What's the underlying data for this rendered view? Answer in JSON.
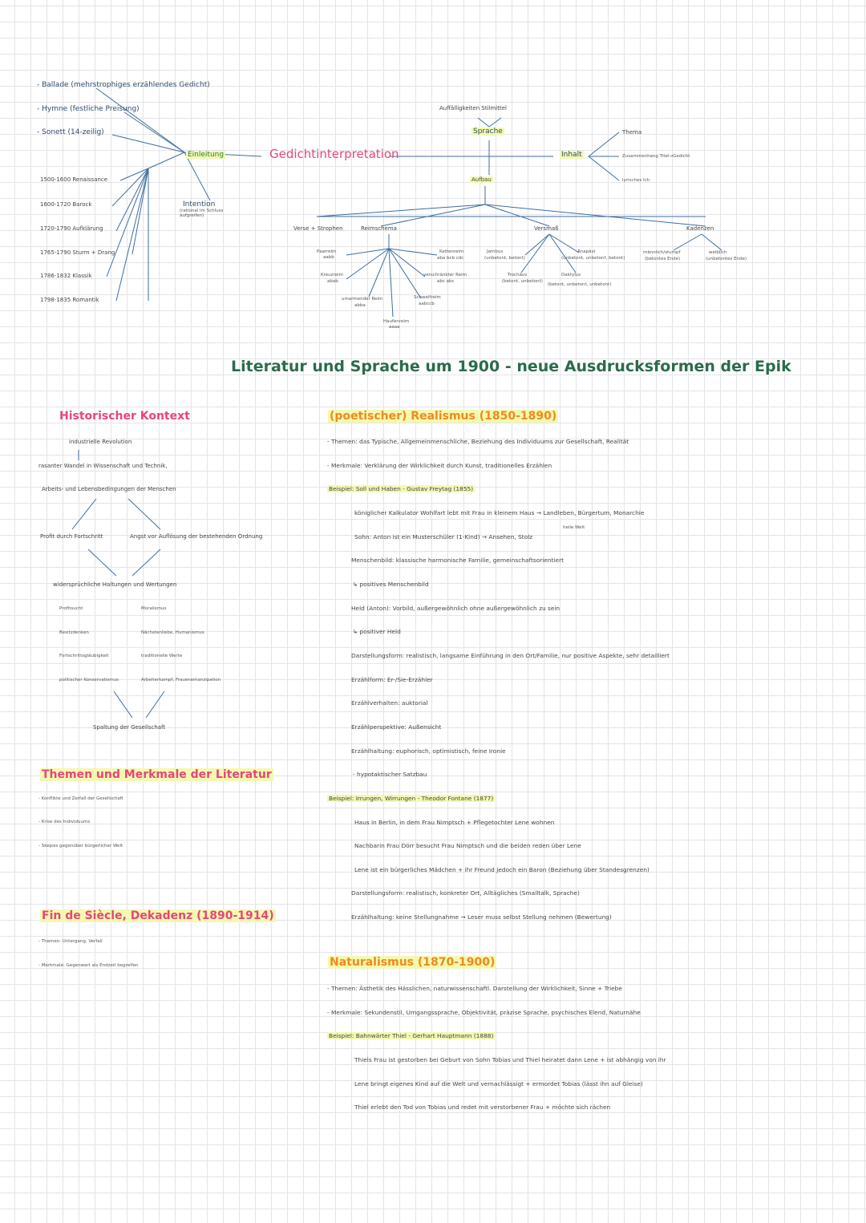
{
  "mindmap": {
    "center": "Gedichtinterpretation",
    "einleitung": {
      "label": "Einleitung",
      "forms": [
        "- Ballade (mehrstrophiges erzählendes Gedicht)",
        "- Hymne (festliche Preisung)",
        "- Sonett (14-zeilig)"
      ],
      "epochs": [
        "1500-1600 Renaissance",
        "1600-1720 Barock",
        "1720-1790 Aufklärung",
        "1765-1790 Sturm + Drang",
        "1786-1832 Klassik",
        "1798-1835 Romantik"
      ],
      "intention": "Intention",
      "intention_note": "(rational im Schluss aufgreifen)"
    },
    "sprache": {
      "label": "Sprache",
      "top": "Auffälligkeiten Stilmittel"
    },
    "inhalt": {
      "label": "Inhalt",
      "items": [
        "Thema",
        "Zusammenhang Titel→Gedicht",
        "lyrisches Ich"
      ]
    },
    "aufbau": {
      "label": "Aufbau",
      "verse": "Verse + Strophen",
      "reimschema": "Reimschema",
      "reims": {
        "paarreim": "Paarreim",
        "paarreim_s": "aabb",
        "kreuzreim": "Kreuzreim",
        "kreuzreim_s": "abab",
        "umarmend": "umarmender Reim",
        "umarmend_s": "abba",
        "haufenreim": "Haufenreim",
        "haufenreim_s": "aaaa",
        "schweifreim": "Schweifreim",
        "schweifreim_s": "aabccb",
        "verschraenkt": "verschränkter Reim",
        "verschraenkt_s": "abc abc",
        "kettenreim": "Kettenreim",
        "kettenreim_s": "aba bcb cdc"
      },
      "versmass": "Versmaß",
      "meters": {
        "jambus": "Jambus",
        "jambus_s": "(unbetont, betont)",
        "trochaeus": "Trochäus",
        "trochaeus_s": "(betont, unbetont)",
        "anapaest": "Anapäst",
        "anapaest_s": "(unbetont, unbetont, betont)",
        "daktylus": "Daktylus",
        "daktylus_s": "(betont, unbetont, unbetont)"
      },
      "kadenzen": "Kadenzen",
      "kad_m": "männlich/stumpf",
      "kad_m_s": "(betontes Ende)",
      "kad_w": "weiblich",
      "kad_w_s": "(unbetontes Ende)"
    }
  },
  "main_title": "Literatur und Sprache um 1900 - neue Ausdrucksformen der Epik",
  "hist": {
    "title": "Historischer Kontext",
    "l1": "industrielle Revolution",
    "l2": "rasanter Wandel in Wissenschaft und Technik,",
    "l3": "Arbeits- und Lebensbedingungen der Menschen",
    "left": "Profit durch Fortschritt",
    "right": "Angst vor Auflösung der bestehenden Ordnung",
    "center": "widersprüchliche Haltungen und Wertungen",
    "pairs": [
      [
        "Profitsucht",
        "Moralismus"
      ],
      [
        "Besitzdenken",
        "Nächstenliebe, Humanismus"
      ],
      [
        "Fortschrittsgläubigkeit",
        "traditionelle Werte"
      ],
      [
        "politischer Konservatismus",
        "Arbeiterkampf, Frauenemanzipation"
      ]
    ],
    "bottom": "Spaltung der Gesellschaft"
  },
  "themen": {
    "title": "Themen und Merkmale der Literatur",
    "items": [
      "- Konflikte und Zerfall der Gesellschaft",
      "- Krise des Individuums",
      "- Skepsis gegenüber bürgerlicher Welt"
    ]
  },
  "fin": {
    "title": "Fin de Siècle, Dekadenz (1890-1914)",
    "themen": "- Themen: Untergang, Verfall",
    "merkmale": "- Merkmale: Gegenwart als Endzeit begreifen"
  },
  "realismus": {
    "title": "(poetischer) Realismus (1850-1890)",
    "themen": "- Themen: das Typische, Allgemeinmenschliche, Beziehung des Individuums zur Gesellschaft, Realität",
    "merkmale": "- Merkmale: Verklärung der Wirklichkeit durch Kunst, traditionelles Erzählen",
    "bsp1": "Beispiel: Soll und Haben - Gustav Freytag (1855)",
    "b1": [
      "königlicher Kalkulator Wohlfart lebt mit Frau in kleinem Haus → Landleben, Bürgertum, Monarchie",
      "Sohn: Anton ist ein Musterschüler (1-Kind) → Ansehen, Stolz",
      "Menschenbild: klassische harmonische Familie, gemeinschaftsorientiert",
      "↳ positives Menschenbild",
      "Held (Anton): Vorbild, außergewöhnlich ohne außergewöhnlich zu sein",
      "↳ positiver Held",
      "Darstellungsform: realistisch, langsame Einführung in den Ort/Familie, nur positive Aspekte, sehr detailliert",
      "Erzählform: Er-/Sie-Erzähler",
      "Erzählverhalten: auktorial",
      "Erzählperspektive: Außensicht",
      "Erzählhaltung: euphorisch, optimistisch, feine Ironie",
      "- hypotaktischer Satzbau"
    ],
    "heile_welt": "heile Welt",
    "bsp2": "Beispiel: Irrungen, Wirrungen - Theodor Fontane (1877)",
    "b2": [
      "Haus in Berlin, in dem Frau Nimptsch + Pflegetochter Lene wohnen",
      "Nachbarin Frau Dörr besucht Frau Nimptsch und die beiden reden über Lene",
      "Lene ist ein bürgerliches Mädchen + ihr Freund jedoch ein Baron (Beziehung über Standesgrenzen)",
      "Darstellungsform: realistisch, konkreter Ort, Alltägliches (Smalltalk, Sprache)",
      "Erzählhaltung: keine Stellungnahme → Leser muss selbst Stellung nehmen (Bewertung)"
    ]
  },
  "natur": {
    "title": "Naturalismus (1870-1900)",
    "themen": "- Themen: Ästhetik des Hässlichen, naturwissenschaftl. Darstellung der Wirklichkeit, Sinne + Triebe",
    "merkmale": "- Merkmale: Sekundenstil, Umgangssprache, Objektivität, präzise Sprache, psychisches Elend, Naturnähe",
    "bsp": "Beispiel: Bahnwärter Thiel - Gerhart Hauptmann (1888)",
    "b": [
      "Thiels Frau ist gestorben bei Geburt von Sohn Tobias und Thiel heiratet dann Lene + ist abhängig von ihr",
      "Lene bringt eigenes Kind auf die Welt und vernachlässigt + ermordet Tobias (lässt ihn auf Gleise)",
      "Thiel erlebt den Tod von Tobias und redet mit verstorbener Frau + möchte sich rächen"
    ]
  }
}
